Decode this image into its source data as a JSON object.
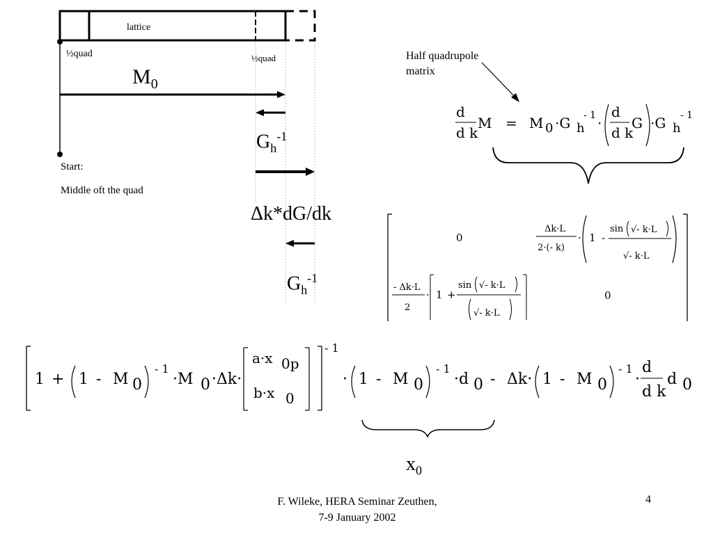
{
  "diagram": {
    "lattice_label": "lattice",
    "half_quad_left": "½quad",
    "half_quad_right": "½quad",
    "m0_base": "M",
    "m0_sub": "0",
    "gh_base": "G",
    "gh_sub": "h",
    "gh_sup": "-1",
    "dk_label": "Δk*dG/dk",
    "start_label": "Start:",
    "start_desc": "Middle oft the quad"
  },
  "annotation": {
    "line1": "Half quadrupole",
    "line2": "matrix"
  },
  "footer": {
    "author_line1": "F. Wileke, HERA Seminar Zeuthen,",
    "author_line2": "7-9 January 2002",
    "page_number": "4"
  },
  "result": {
    "x_base": "x",
    "x_sub": "0"
  }
}
